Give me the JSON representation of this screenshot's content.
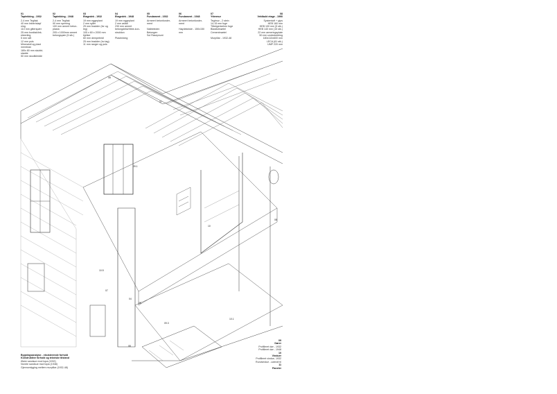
{
  "legend": [
    {
      "num": "01",
      "title": "Taptekking - 1932",
      "lines": [
        "2-4 mm Tegltak",
        "40 mm lekter/sløyf",
        "ning",
        "110 mm gitterspær",
        "25 mm bordtak/lek-",
        "ekkerling",
        "5 mm raft",
        "12 mm puls",
        "Mineralull og plast",
        "membran",
        "180x 80 mm skubbi-",
        "sladde",
        "50 mm skodikledde"
      ]
    },
    {
      "num": "02",
      "title": "Taptekking - 1948",
      "lines": [
        "2-4 mm Tegltak",
        "90 mm sperring",
        "100 mm armert beton-",
        "plasta",
        "205 x 1000mm armert",
        "betongspær (5 stk.)"
      ]
    },
    {
      "num": "03",
      "title": "Etagedek - 1932",
      "lines": [
        "19 mm eggeplant",
        "2 mm syller",
        "25 mm bradder (for og",
        "leg)",
        "105 x 60 x 2000 mm",
        "bjelker",
        "60 mm dempebridl",
        "25 mm bradder (ho tag)",
        "11 mm ranger og puls"
      ]
    },
    {
      "num": "04",
      "title": "Etagedek - 1948",
      "lines": [
        "19 mm eggeplant",
        "2 mm asfalt",
        "230 mm armert",
        "betongdekk/ribbe-kon-",
        "struktion",
        "",
        "Plastmixing"
      ]
    },
    {
      "num": "05",
      "title": "Fundament - 1932",
      "lines": [
        "Armeert betonfunder-",
        "ment",
        "",
        "Natbeleden",
        "Betongen",
        "Sol Rasepnunt"
      ]
    },
    {
      "num": "06",
      "title": "Fundament - 1948",
      "lines": [
        "Armeert betonfunder-",
        "ment",
        "",
        "Høydekniste - 150x150",
        "mm"
      ]
    },
    {
      "num": "07",
      "title": "Yttermur",
      "lines": [
        "Teglmur - 2 stein",
        "14-15 mm fuge",
        "Tilbeigenkehen fuge",
        "Blastkdmørtel",
        "Cementmørtel",
        "",
        "Murpillar - 1932-48"
      ]
    }
  ],
  "legend_right": {
    "num": "08",
    "title": "Vektbukt etage - 1990",
    "lines": [
      "Systemloft + gips",
      "HEB 160 mm",
      "HEB 100 mm (5 stk.)",
      "HEB 140 mm (15 stk.)",
      "22 mm armeringsplate",
      "50 mm undestubbing",
      "180x110x600 mm",
      "LECA (61 stk.)",
      "UMP 220 mm"
    ]
  },
  "callouts": [
    "08",
    "07",
    "09.1",
    "10",
    "08",
    "10.5",
    "07",
    "04",
    "08",
    "09.3",
    "10.1",
    "08"
  ],
  "bottom_left": {
    "title1": "Bygningsanalyse - eksisterende forhold",
    "title2": "Konstruktive forhold og tekniske tilstand",
    "lines": [
      "Østre sandsue mod topa (1932)",
      "Nordre sandsue mod topa (1948)",
      "Gjennomlyging mellem murpillar (1932-48)"
    ]
  },
  "bottom_right": {
    "num1": "09",
    "t1": "Dører",
    "l1": [
      "Profilleret dør - 1932",
      "Profilleret dør - 1948"
    ],
    "num2": "10",
    "t2": "Vinduer",
    "l2": [
      "Profilleret vindue, 1932",
      "Rundvindue - udendt til"
    ],
    "num3": "11",
    "t3": "Paneler"
  }
}
